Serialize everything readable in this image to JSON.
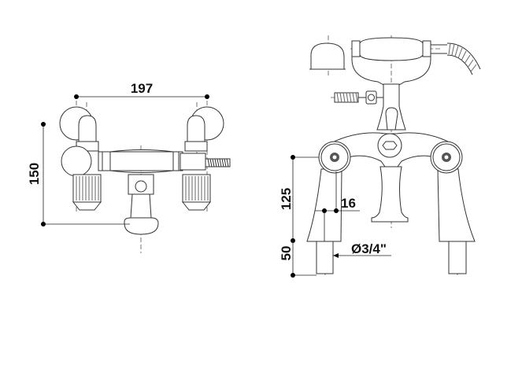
{
  "front_view": {
    "dimension_width": "197",
    "dimension_height": "150"
  },
  "side_view": {
    "dimension_height_body": "125",
    "dimension_offset": "16",
    "dimension_pipe_length": "50",
    "dimension_pipe_diameter": "Ø3/4\""
  }
}
